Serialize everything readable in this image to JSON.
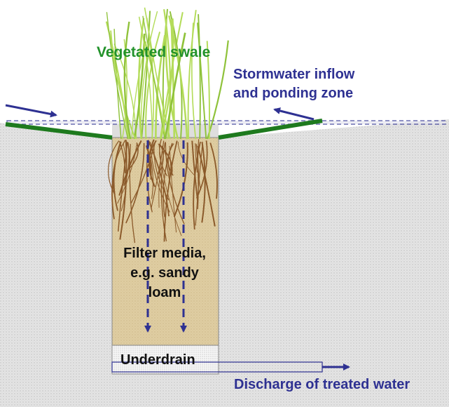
{
  "labels": {
    "vegetated_swale": "Vegetated swale",
    "inflow_line1": "Stormwater inflow",
    "inflow_line2": "and ponding zone",
    "filter_media": "Filter media, e.g. sandy loam",
    "underdrain": "Underdrain",
    "discharge": "Discharge of treated water"
  },
  "colors": {
    "swale_edge": "#1e7a1e",
    "label_green": "#22922a",
    "label_navy": "#2e3192",
    "arrow": "#2e3192",
    "soil": "#dcdcdc",
    "filter_media": "#dcc89c",
    "grass": "#a8d44a",
    "roots": "#8b5a2b",
    "underdrain": "#f2f2f2"
  }
}
